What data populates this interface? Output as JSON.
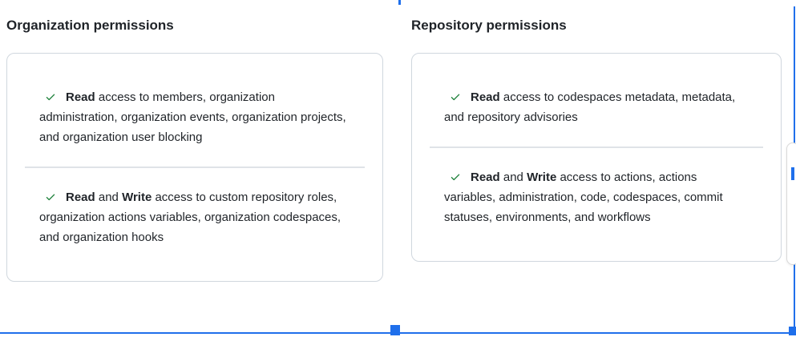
{
  "organization": {
    "title": "Organization permissions",
    "item1": {
      "read": "Read",
      "rest": " access to members, organization administration, organization events, organization projects, and organization user blocking"
    },
    "item2": {
      "read": "Read",
      "and": " and ",
      "write": "Write",
      "rest": " access to custom repository roles, organization actions variables, organization codespaces, and organization hooks"
    }
  },
  "repository": {
    "title": "Repository permissions",
    "item1": {
      "read": "Read",
      "rest": " access to codespaces metadata, metadata, and repository advisories"
    },
    "item2": {
      "read": "Read",
      "and": " and ",
      "write": "Write",
      "rest": " access to actions, actions variables, administration, code, codespaces, commit statuses, environments, and workflows"
    }
  },
  "icons": {
    "check": "check-icon"
  },
  "colors": {
    "selection_blue": "#1f6feb",
    "check_green": "#1a7f37",
    "card_border": "#d0d7de",
    "divider": "#dfe3e8",
    "text": "#1f2328"
  }
}
